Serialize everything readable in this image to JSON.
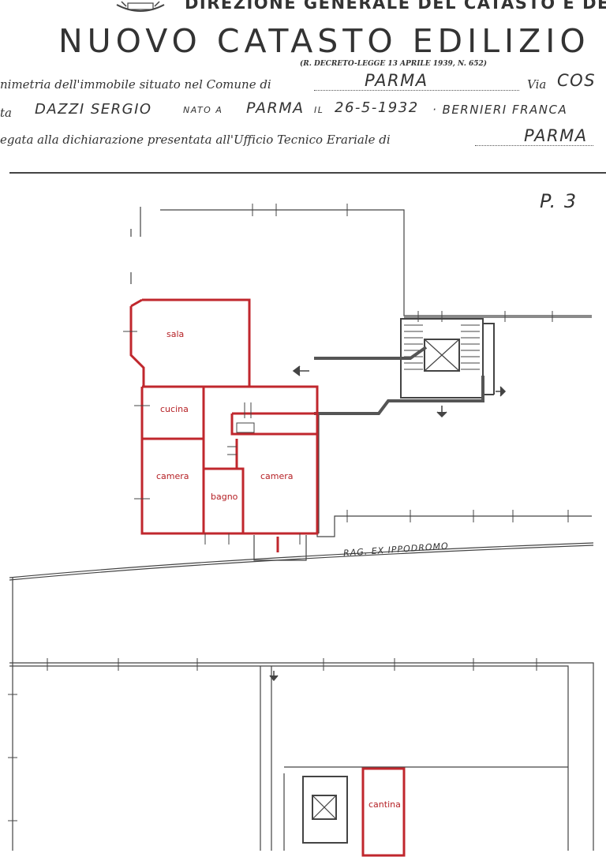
{
  "header": {
    "direzione": "DIREZIONE GENERALE DEL CATASTO E DEI SERVIZI TE",
    "title": "NUOVO CATASTO EDILIZIO",
    "decree": "(R. DECRETO-LEGGE 13 APRILE 1939, N. 652)"
  },
  "form": {
    "planimetria_label": "nimetria dell'immobile situato nel Comune di",
    "comune": "PARMA",
    "via_label": "Via",
    "via": "COS",
    "ditta_prefix": "ta",
    "owner": "DAZZI SERGIO",
    "nato_label": "NATO A",
    "birthplace": "PARMA",
    "il_label": "IL",
    "birthdate": "26-5-1932",
    "co_owner": "· BERNIERI FRANCA",
    "allegata_label": "egata alla dichiarazione presentata all'Ufficio Tecnico Erariale di",
    "ufficio": "PARMA"
  },
  "page_number": "P. 3",
  "rooms": {
    "sala": "sala",
    "cucina": "cucina",
    "camera_left": "camera",
    "camera_right": "camera",
    "bagno": "bagno",
    "cantina": "cantina"
  },
  "street_label": "RAG. EX IPPODROMO",
  "colors": {
    "ink": "#333333",
    "highlight": "#c0272d"
  }
}
